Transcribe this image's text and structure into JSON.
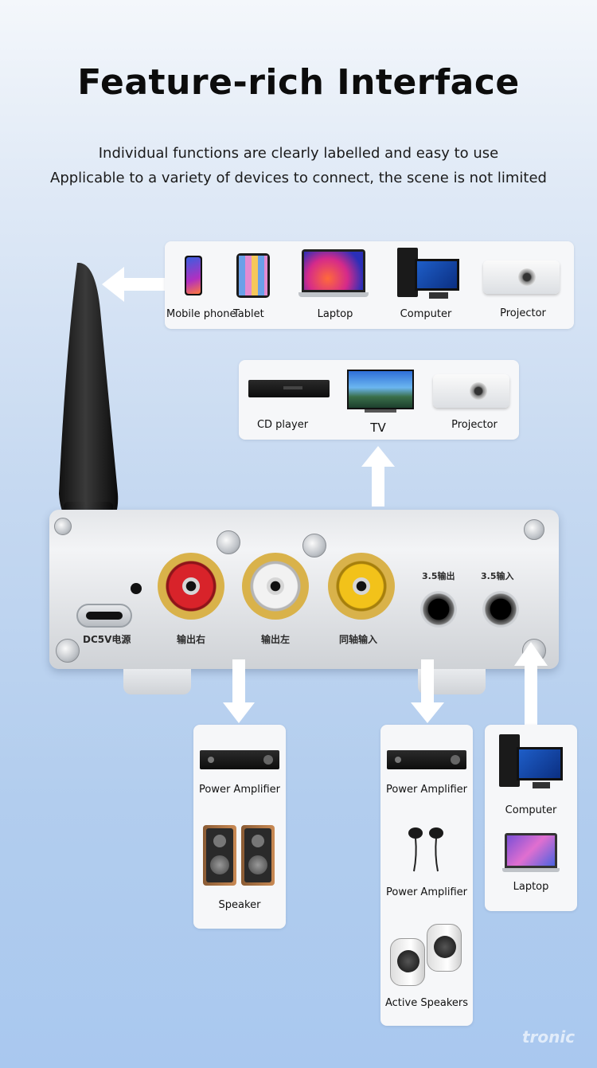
{
  "header": {
    "title": "Feature-rich Interface",
    "subtitle_line1": "Individual functions are clearly labelled and easy to use",
    "subtitle_line2": "Applicable to a variety of devices to connect, the scene is not limited"
  },
  "bluetooth_sources": {
    "items": [
      "Mobile phone",
      "Tablet",
      "Laptop",
      "Computer",
      "Projector"
    ]
  },
  "coax_sources": {
    "items": [
      "CD player",
      "TV",
      "Projector"
    ]
  },
  "device_panel": {
    "power_label": "DC5V电源",
    "out_right_label": "输出右",
    "out_left_label": "输出左",
    "coax_in_label": "同轴输入",
    "jack_out_label": "3.5输出",
    "jack_in_label": "3.5输入"
  },
  "rca_outputs": {
    "items": [
      "Power Amplifier",
      "Speaker"
    ]
  },
  "jack_outputs": {
    "items": [
      "Power Amplifier",
      "Power Amplifier",
      "Active Speakers"
    ]
  },
  "jack_inputs": {
    "items": [
      "Computer",
      "Laptop"
    ]
  },
  "watermark": {
    "text": "tronic"
  },
  "colors": {
    "rca_red": "#d8232a",
    "rca_white": "#f2f2f2",
    "rca_yellow": "#f2c21a",
    "gold": "#d9b24a"
  }
}
